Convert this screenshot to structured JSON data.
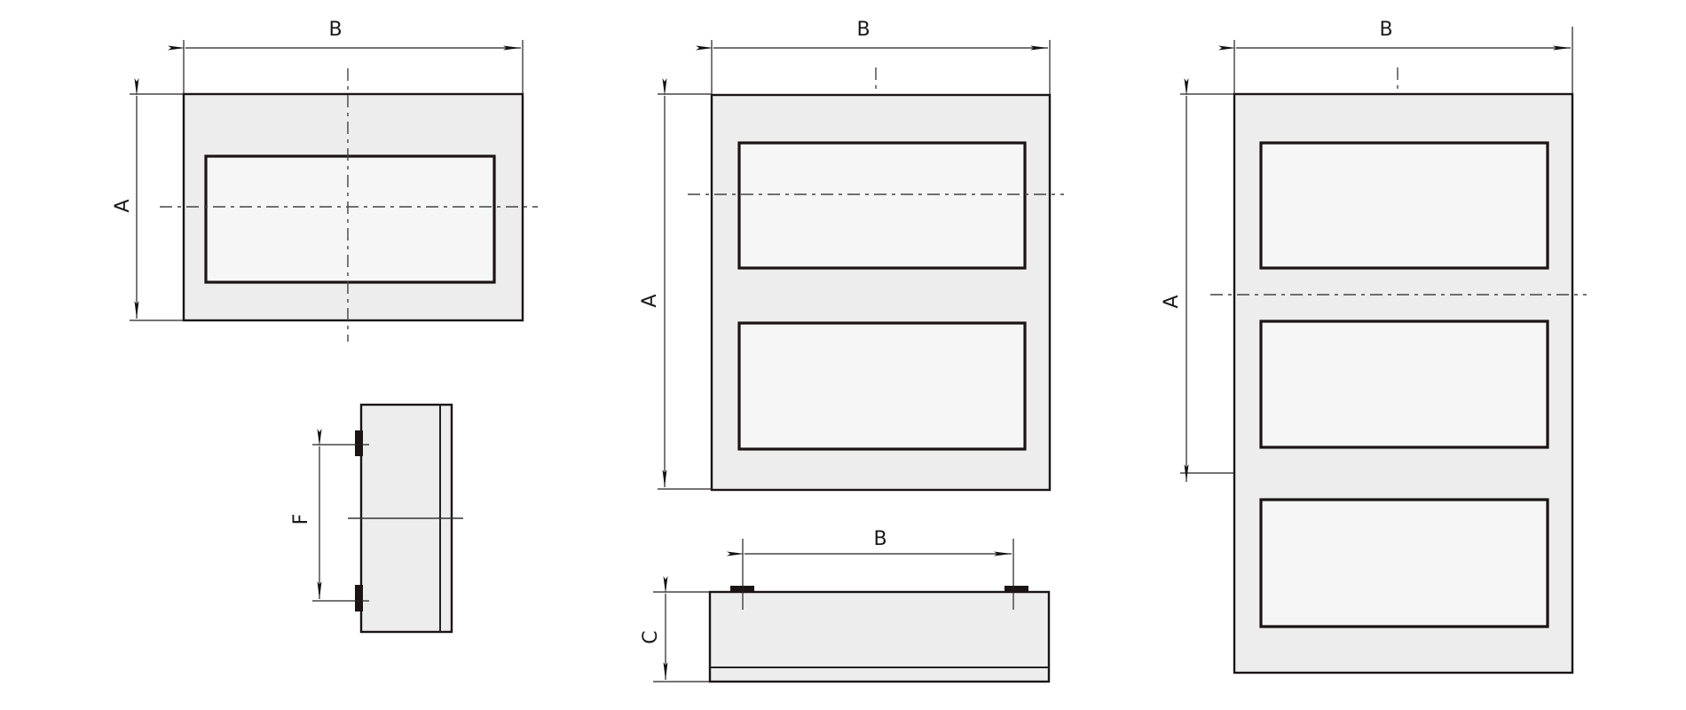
{
  "title": "Enclosure dimension drawings",
  "colors": {
    "panel_fill": "#ededed",
    "window_fill": "#f6f6f6",
    "stroke": "#1a1414",
    "background": "#ffffff"
  },
  "views": [
    {
      "id": "front-single",
      "windows": 1,
      "labels": {
        "width": "B",
        "height": "A"
      }
    },
    {
      "id": "side",
      "labels": {
        "mount_spacing": "F"
      }
    },
    {
      "id": "front-double",
      "windows": 2,
      "labels": {
        "width": "B",
        "height": "A"
      }
    },
    {
      "id": "top",
      "labels": {
        "mount_spacing": "B",
        "depth": "C"
      }
    },
    {
      "id": "front-triple",
      "windows": 3,
      "labels": {
        "width": "B",
        "height": "A"
      }
    }
  ],
  "labels": {
    "v1_B": "B",
    "v1_A": "A",
    "side_F": "F",
    "v2_B": "B",
    "v2_A": "A",
    "top_B": "B",
    "top_C": "C",
    "v3_B": "B",
    "v3_A": "A"
  }
}
